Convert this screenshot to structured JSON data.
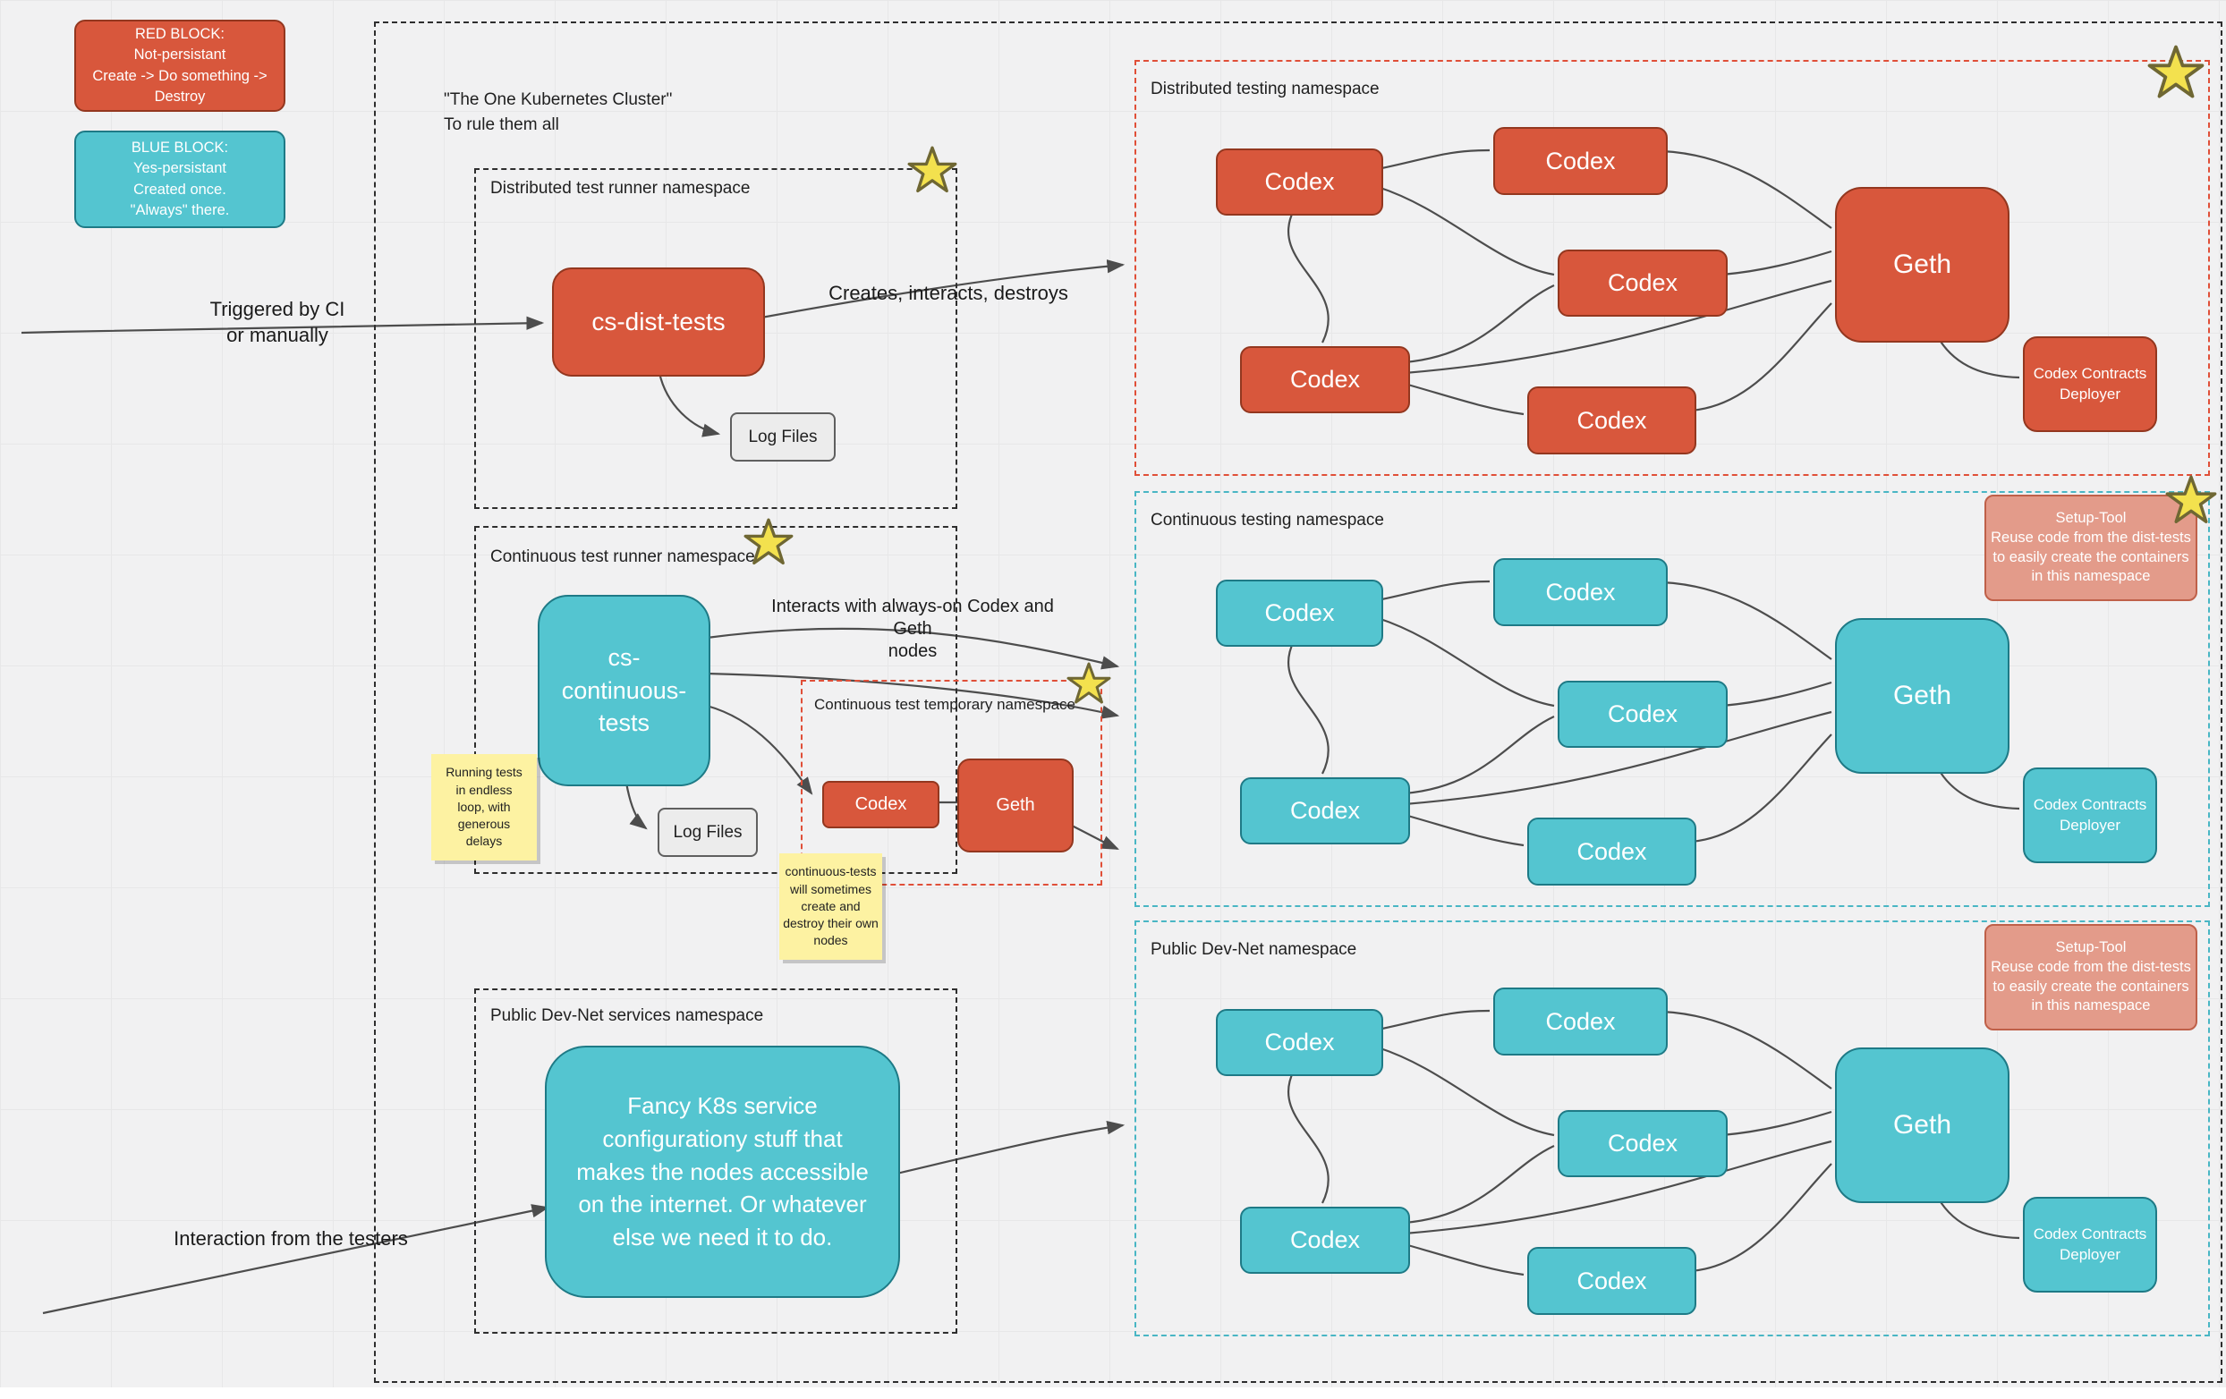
{
  "legend": {
    "red": "RED BLOCK:\nNot-persistant\nCreate -> Do something ->\nDestroy",
    "blue": "BLUE BLOCK:\nYes-persistant\nCreated once.\n\"Always\" there."
  },
  "cluster": {
    "label": "\"The One Kubernetes Cluster\"\nTo rule them all"
  },
  "runner_namespaces": {
    "distributed": {
      "label": "Distributed test runner namespace",
      "node": "cs-dist-tests",
      "log_files": "Log Files"
    },
    "continuous": {
      "label": "Continuous test runner namespace",
      "node": "cs-\ncontinuous-\ntests",
      "log_files": "Log Files",
      "temp": {
        "label": "Continuous test temporary namespace",
        "codex": "Codex",
        "geth": "Geth"
      }
    },
    "devnet": {
      "label": "Public Dev-Net services namespace",
      "node": "Fancy K8s service\nconfigurationy stuff that\nmakes the nodes accessible\non the internet. Or whatever\nelse we need it to do."
    }
  },
  "annotations": {
    "triggered": "Triggered by CI\nor manually",
    "creates": "Creates, interacts, destroys",
    "interacts": "Interacts with always-on Codex and Geth\nnodes",
    "testers": "Interaction from the testers"
  },
  "sticky_notes": {
    "running": "Running tests\nin endless\nloop, with\ngenerous\ndelays",
    "own_nodes": "continuous-tests\nwill sometimes\ncreate and\ndestroy their own\nnodes"
  },
  "target_namespaces": [
    {
      "label": "Distributed testing namespace",
      "style": "red",
      "nodes": [
        "Codex",
        "Codex",
        "Codex",
        "Codex",
        "Codex"
      ],
      "geth": "Geth",
      "deployer": "Codex Contracts\nDeployer"
    },
    {
      "label": "Continuous testing namespace",
      "style": "teal",
      "nodes": [
        "Codex",
        "Codex",
        "Codex",
        "Codex",
        "Codex"
      ],
      "geth": "Geth",
      "deployer": "Codex Contracts\nDeployer",
      "setup_tool": "Setup-Tool\nReuse code from the dist-tests\nto easily create the containers\nin this namespace"
    },
    {
      "label": "Public Dev-Net namespace",
      "style": "teal",
      "nodes": [
        "Codex",
        "Codex",
        "Codex",
        "Codex",
        "Codex"
      ],
      "geth": "Geth",
      "deployer": "Codex Contracts\nDeployer",
      "setup_tool": "Setup-Tool\nReuse code from the dist-tests\nto easily create the containers\nin this namespace"
    }
  ],
  "colors": {
    "red_block": "#d8573c",
    "teal_block": "#54c5d0",
    "salmon_setup": "#e39b8a",
    "note_yellow": "#fdf2a2",
    "star_yellow": "#f3e14e",
    "red_dash": "#e04f38",
    "teal_dash": "#49b6c4",
    "connector": "#4d4d4d"
  }
}
